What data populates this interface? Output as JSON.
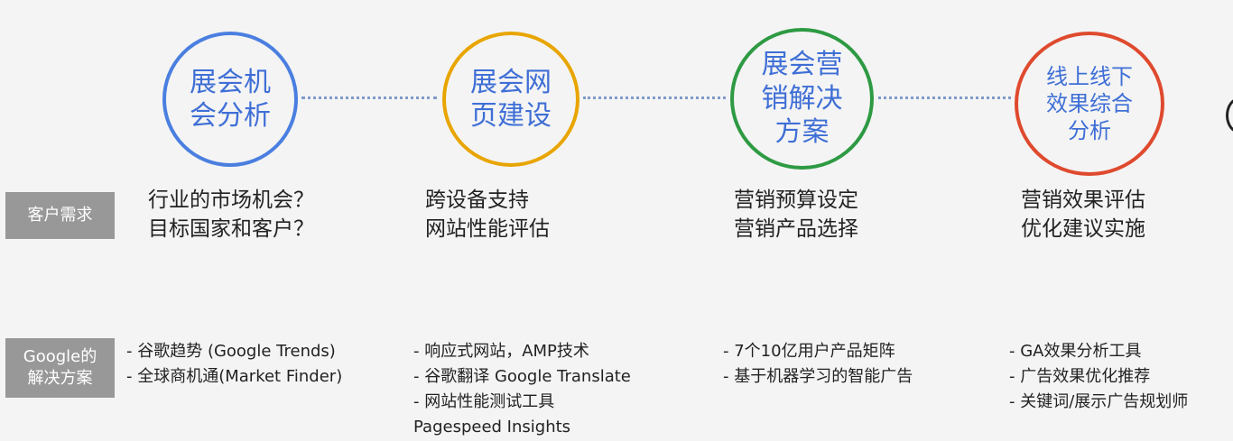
{
  "stages": [
    {
      "lines": [
        "展会机",
        "会分析"
      ],
      "color": "#4a7fe0"
    },
    {
      "lines": [
        "展会网",
        "页建设"
      ],
      "color": "#e8a500"
    },
    {
      "lines": [
        "展会营",
        "销解决",
        "方案"
      ],
      "color": "#2e9a43"
    },
    {
      "lines": [
        "线上线下",
        "效果综合",
        "分析"
      ],
      "color": "#df4a2e"
    }
  ],
  "row_labels": {
    "needs": "客户需求",
    "solutions": [
      "Google的",
      "解决方案"
    ]
  },
  "needs": [
    [
      "行业的市场机会？",
      "目标国家和客户？"
    ],
    [
      "跨设备支持",
      "网站性能评估"
    ],
    [
      "营销预算设定",
      "营销产品选择"
    ],
    [
      "营销效果评估",
      "优化建议实施"
    ]
  ],
  "solutions": [
    [
      "- 谷歌趋势 (Google Trends)",
      "- 全球商机通(Market Finder)"
    ],
    [
      "- 响应式网站，AMP技术",
      "- 谷歌翻译 Google Translate",
      "- 网站性能测试工具",
      "Pagespeed Insights"
    ],
    [
      "- 7个10亿用户产品矩阵",
      "- 基于机器学习的智能广告"
    ],
    [
      "- GA效果分析工具",
      "- 广告效果优化推荐",
      "- 关键词/展示广告规划师"
    ]
  ]
}
